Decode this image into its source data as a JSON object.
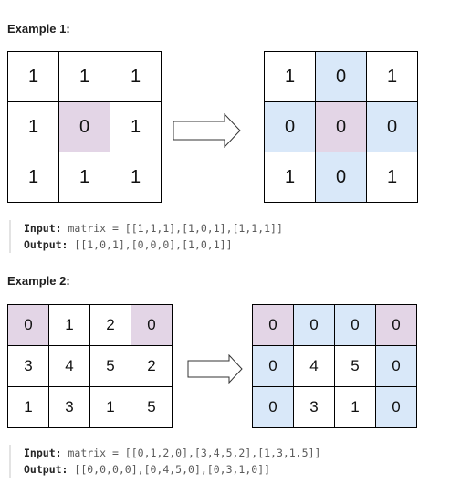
{
  "example1": {
    "heading": "Example 1:",
    "input_grid": [
      [
        "1",
        "1",
        "1"
      ],
      [
        "1",
        "0",
        "1"
      ],
      [
        "1",
        "1",
        "1"
      ]
    ],
    "output_grid": [
      [
        "1",
        "0",
        "1"
      ],
      [
        "0",
        "0",
        "0"
      ],
      [
        "1",
        "0",
        "1"
      ]
    ],
    "input_label": "Input:",
    "input_text": "matrix = [[1,1,1],[1,0,1],[1,1,1]]",
    "output_label": "Output:",
    "output_text": "[[1,0,1],[0,0,0],[1,0,1]]"
  },
  "example2": {
    "heading": "Example 2:",
    "input_grid": [
      [
        "0",
        "1",
        "2",
        "0"
      ],
      [
        "3",
        "4",
        "5",
        "2"
      ],
      [
        "1",
        "3",
        "1",
        "5"
      ]
    ],
    "output_grid": [
      [
        "0",
        "0",
        "0",
        "0"
      ],
      [
        "0",
        "4",
        "5",
        "0"
      ],
      [
        "0",
        "3",
        "1",
        "0"
      ]
    ],
    "input_label": "Input:",
    "input_text": "matrix = [[0,1,2,0],[3,4,5,2],[1,3,1,5]]",
    "output_label": "Output:",
    "output_text": "[[0,0,0,0],[0,4,5,0],[0,3,1,0]]"
  },
  "colors": {
    "zero_cell": "#e3d5e6",
    "zeroed_cell": "#d9e8f9",
    "border": "#000000"
  },
  "icons": {
    "transform_arrow": "arrow-right-outline-icon"
  }
}
